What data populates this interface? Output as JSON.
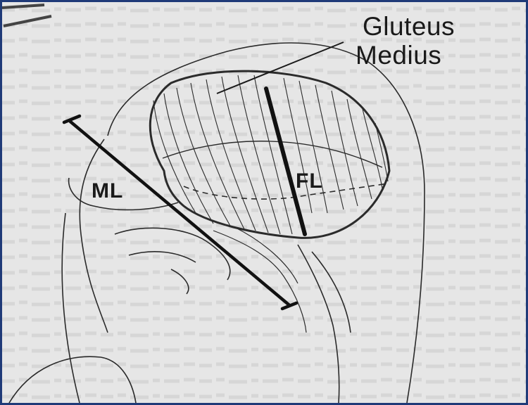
{
  "figure": {
    "title_line1": "Gluteus",
    "title_line2": "Medius",
    "label_ml": "ML",
    "label_fl": "FL"
  },
  "colors": {
    "border": "#1f3a78",
    "ink": "#1a1a1a",
    "paper": "#e6e6e6"
  }
}
